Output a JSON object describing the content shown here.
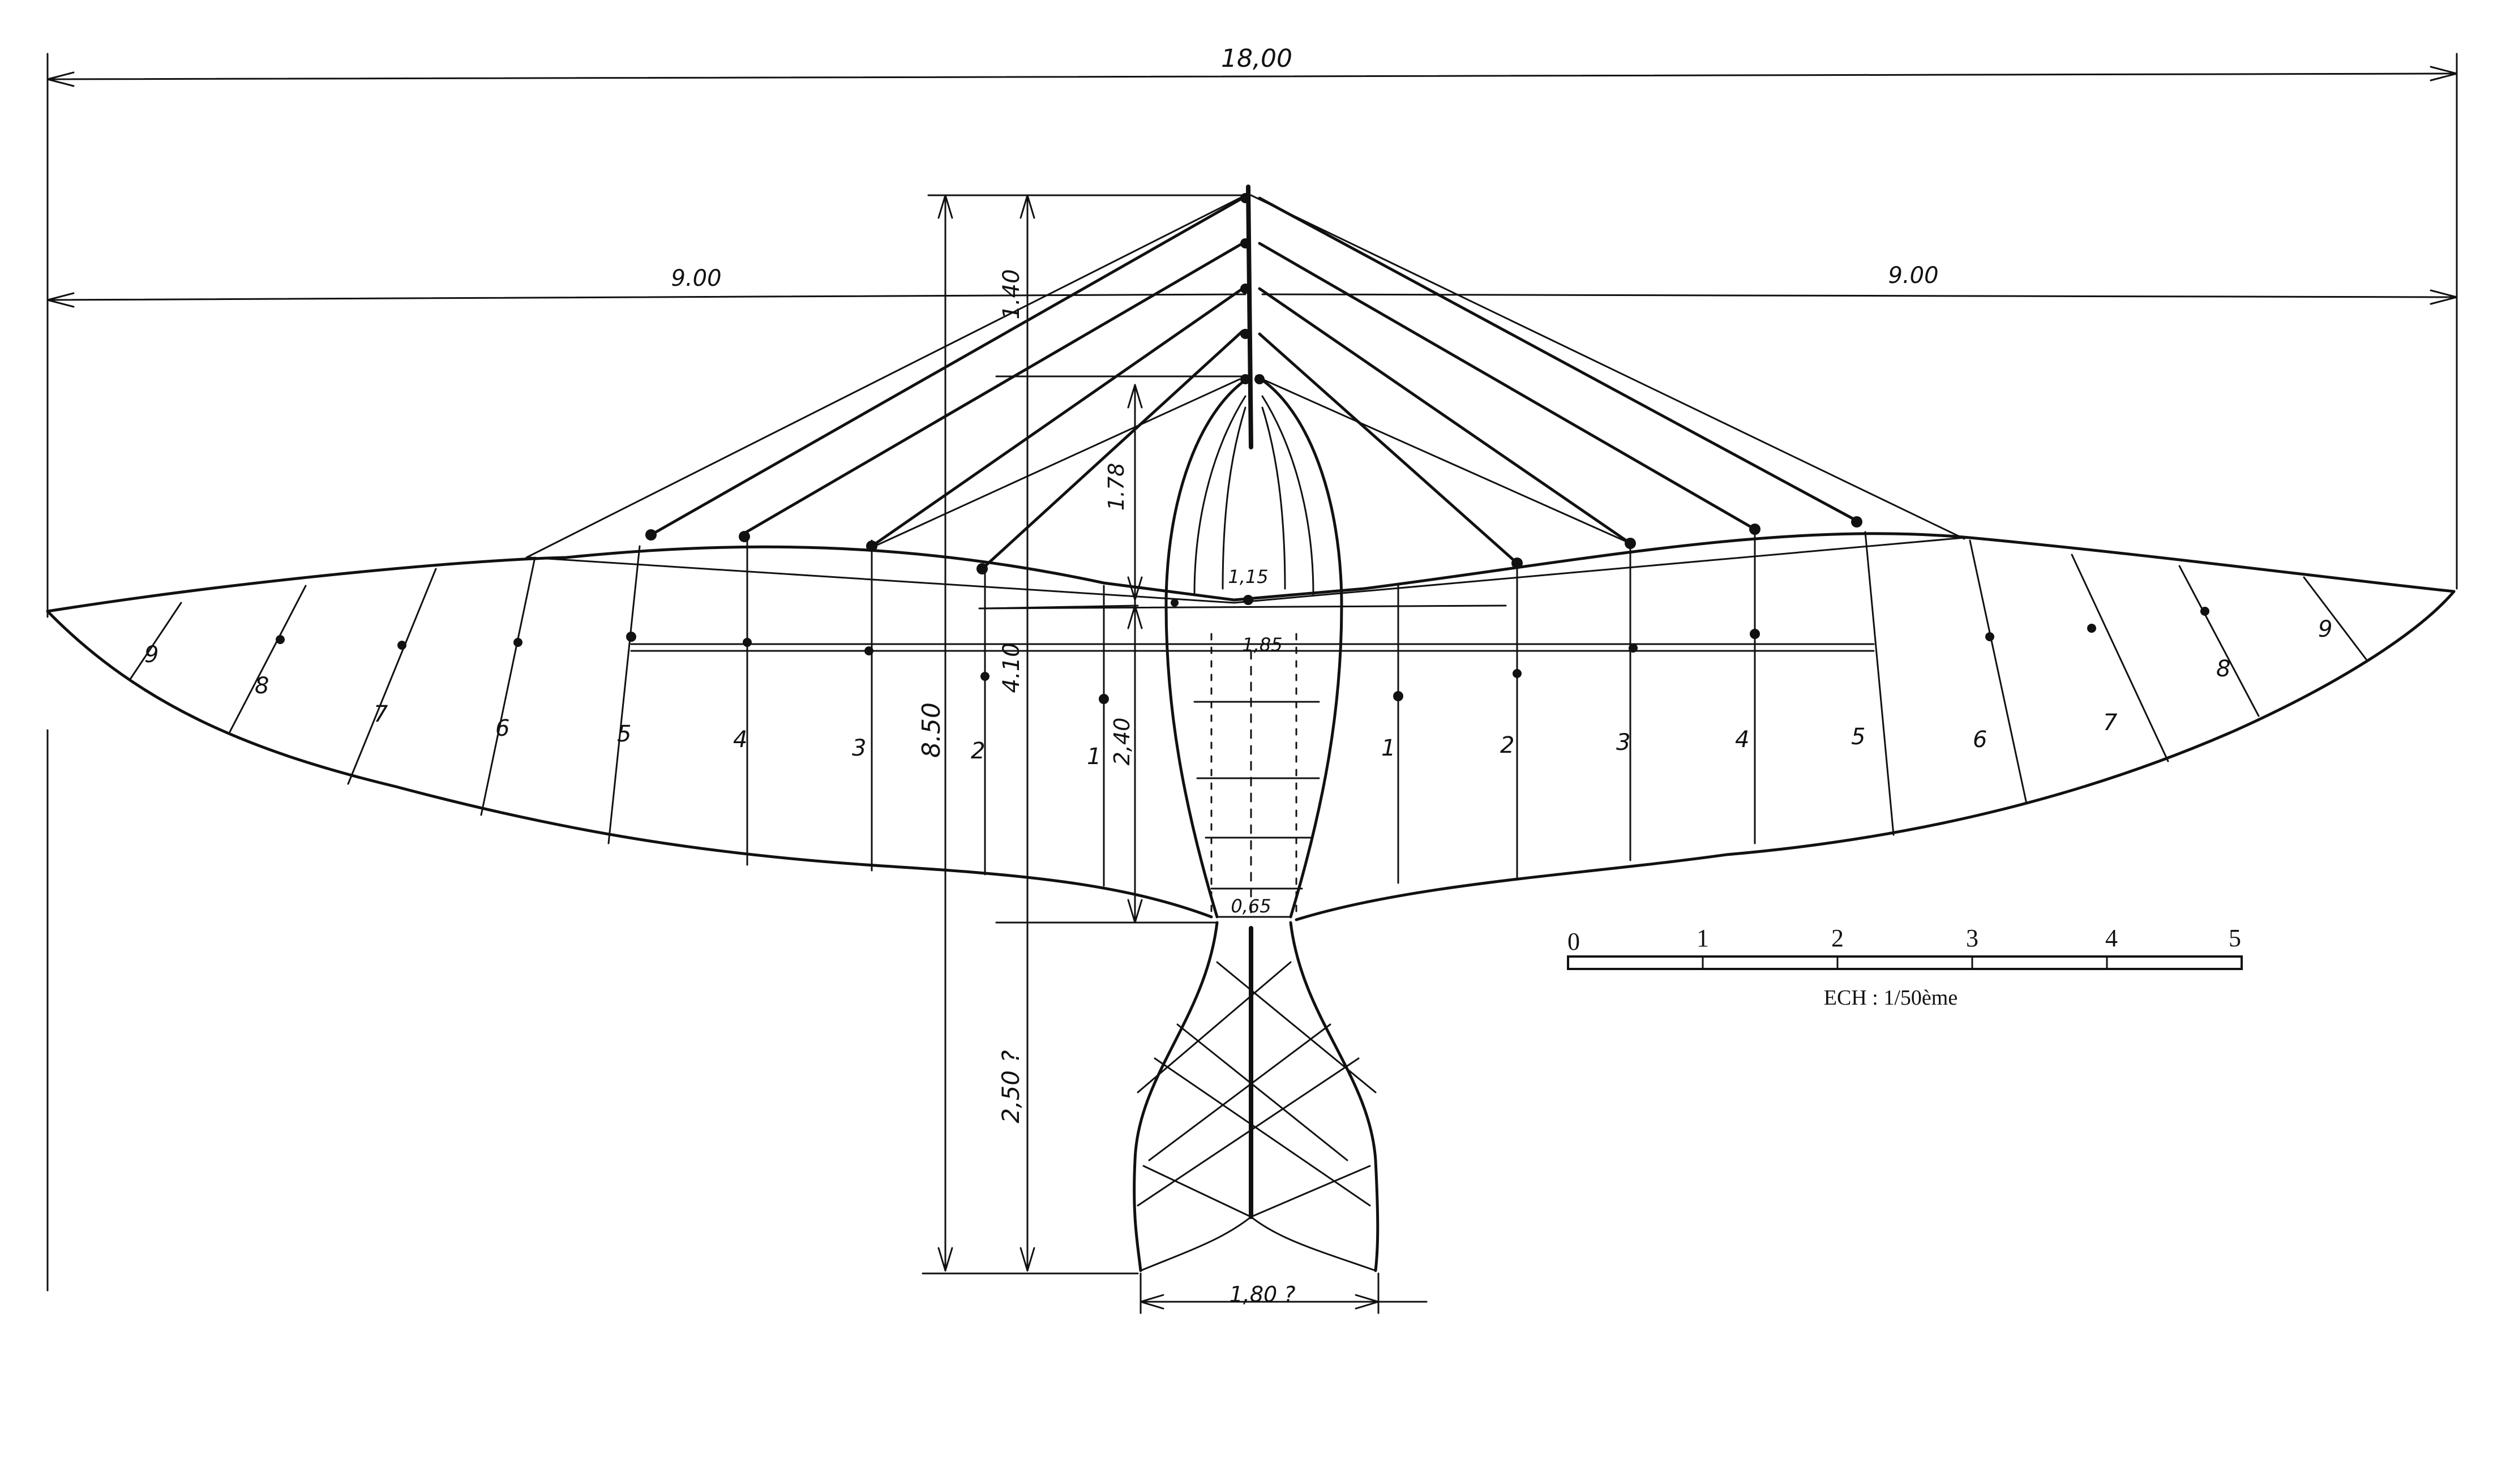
{
  "dimensions": {
    "overall_span": "18,00",
    "half_span_left": "9.00",
    "half_span_right": "9.00",
    "total_length": "8.50",
    "nose_length": "1.40",
    "fore_body": "1.78",
    "wing_chord": "4.10",
    "body_width_front": "1,15",
    "spar_width": "1,85",
    "center_chord": "2,40",
    "waist_width": "0,65",
    "tail_length": "2,50 ?",
    "tail_width": "1,80 ?"
  },
  "ribs_left": [
    "9",
    "8",
    "7",
    "6",
    "5",
    "4",
    "3",
    "2",
    "1"
  ],
  "ribs_right": [
    "1",
    "2",
    "3",
    "4",
    "5",
    "6",
    "7",
    "8",
    "9"
  ],
  "scale_bar": {
    "ticks": [
      "0",
      "1",
      "2",
      "3",
      "4",
      "5"
    ],
    "caption": "ECH : 1/50ème"
  }
}
